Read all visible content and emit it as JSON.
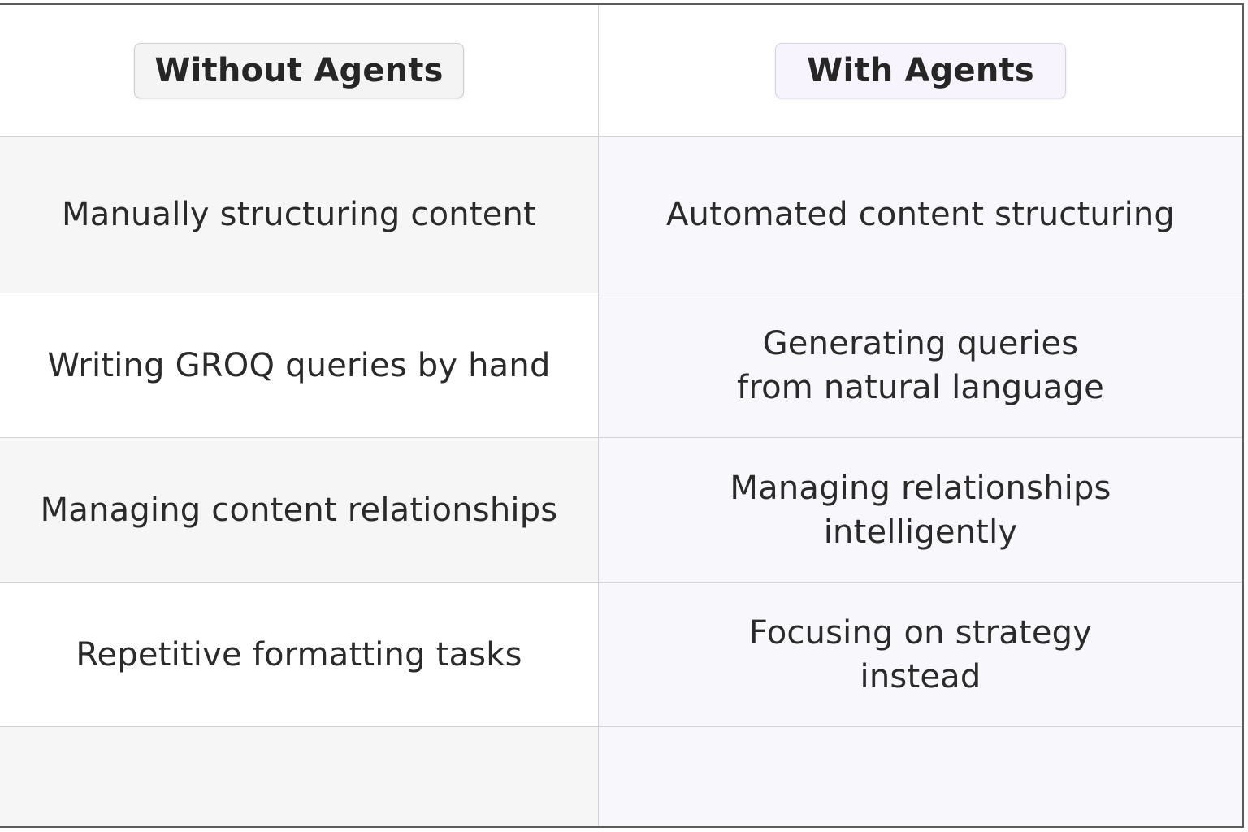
{
  "header": {
    "without_label": "Without Agents",
    "with_label": "With Agents"
  },
  "rows": [
    {
      "without": "Manually structuring content",
      "with": "Automated content structuring"
    },
    {
      "without": "Writing GROQ queries by hand",
      "with": "Generating queries\nfrom natural language"
    },
    {
      "without": "Managing content relationships",
      "with": "Managing relationships\nintelligently"
    },
    {
      "without": "Repetitive formatting tasks",
      "with": "Focusing on strategy\ninstead"
    },
    {
      "without": "",
      "with": ""
    }
  ]
}
